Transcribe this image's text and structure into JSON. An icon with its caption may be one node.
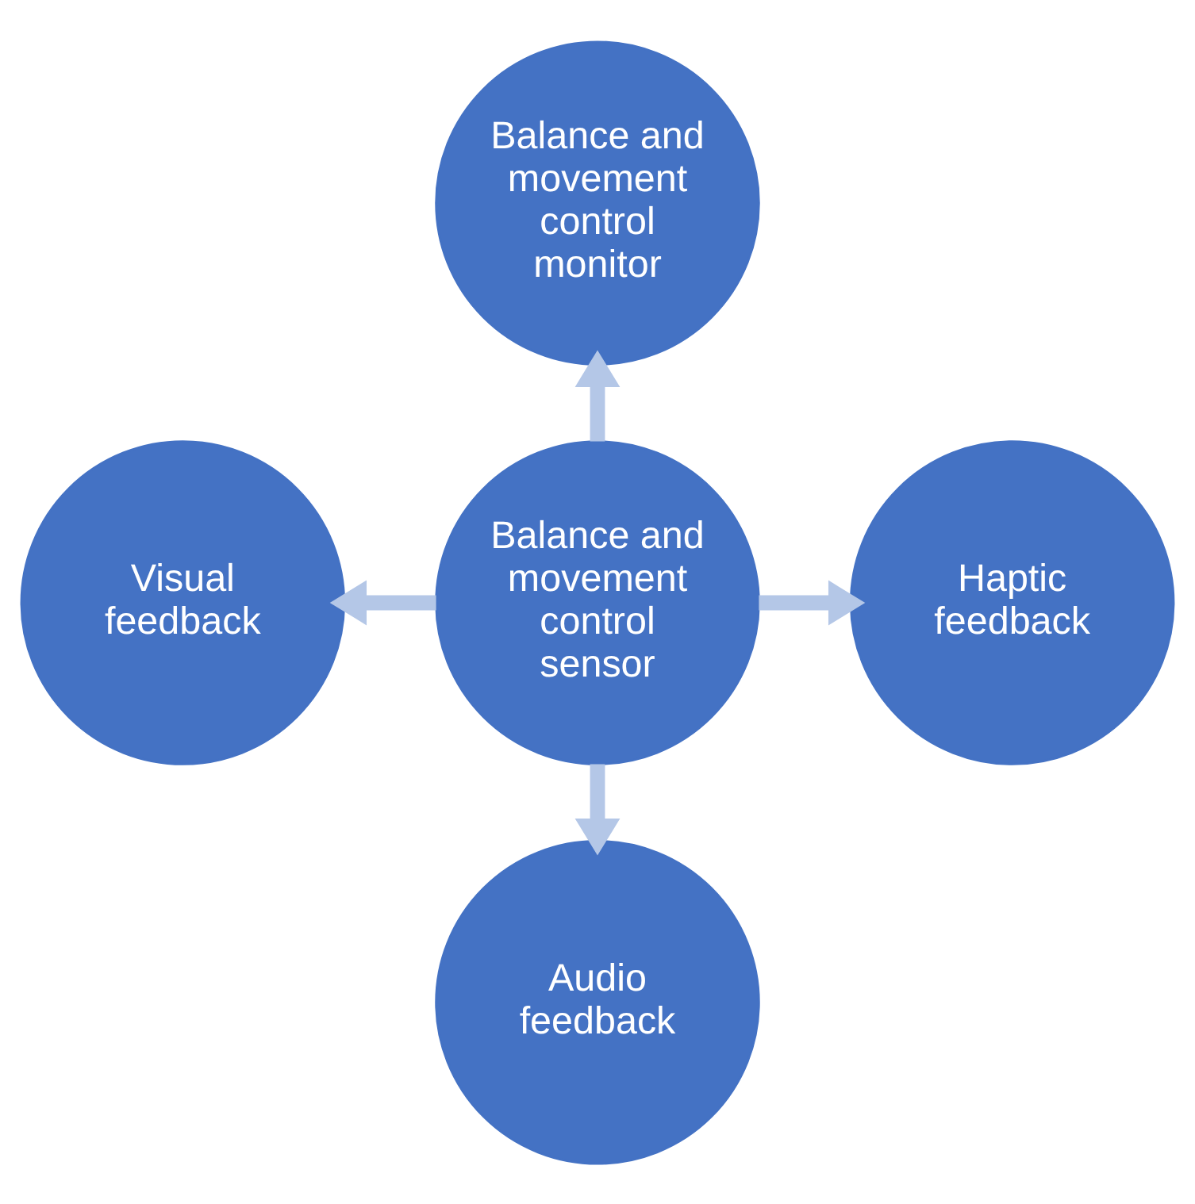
{
  "diagram": {
    "nodes": [
      {
        "text": [
          "Balance and movement control monitor"
        ]
      },
      {
        "text": [
          "Visual feedback"
        ]
      },
      {
        "text": [
          "Balance and movement control sensor"
        ]
      },
      {
        "text": [
          "Haptic feedback"
        ]
      },
      {
        "text": [
          "Audio feedback"
        ]
      }
    ],
    "edges": [
      {
        "from": 2,
        "to": 0,
        "arrow": "to"
      },
      {
        "from": 2,
        "to": 1,
        "arrow": "to"
      },
      {
        "from": 2,
        "to": 3,
        "arrow": "to"
      },
      {
        "from": 2,
        "to": 4,
        "arrow": "to"
      }
    ]
  }
}
